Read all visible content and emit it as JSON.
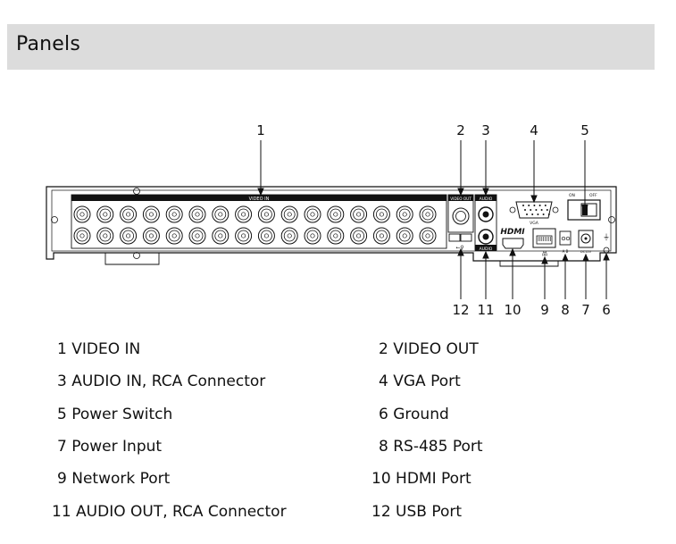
{
  "header": {
    "title": "Panels"
  },
  "panel": {
    "video_in_label": "VIDEO IN",
    "video_out_label": "VIDEO OUT",
    "audio_label_top": "AUDIO",
    "audio_label_bottom": "AUDIO",
    "vga_label": "VGA",
    "on_label": "ON",
    "off_label": "OFF",
    "hdmi_logo": "HDMI",
    "ab_label": "A B",
    "dc_label": "DC12V",
    "channel_count": 32
  },
  "callouts": [
    "1",
    "2",
    "3",
    "4",
    "5",
    "12",
    "11",
    "10",
    "9",
    "8",
    "7",
    "6"
  ],
  "legend": [
    {
      "num": "1",
      "label": "VIDEO IN"
    },
    {
      "num": "2",
      "label": "VIDEO OUT"
    },
    {
      "num": "3",
      "label": "AUDIO IN, RCA Connector"
    },
    {
      "num": "4",
      "label": "VGA Port"
    },
    {
      "num": "5",
      "label": "Power Switch"
    },
    {
      "num": "6",
      "label": "Ground"
    },
    {
      "num": "7",
      "label": "Power Input"
    },
    {
      "num": "8",
      "label": "RS-485 Port"
    },
    {
      "num": "9",
      "label": "Network Port"
    },
    {
      "num": "10",
      "label": "HDMI Port"
    },
    {
      "num": "11",
      "label": "AUDIO OUT, RCA Connector"
    },
    {
      "num": "12",
      "label": "USB Port"
    }
  ],
  "colors": {
    "header_bg": "#dcdcdc",
    "line": "#111111"
  }
}
